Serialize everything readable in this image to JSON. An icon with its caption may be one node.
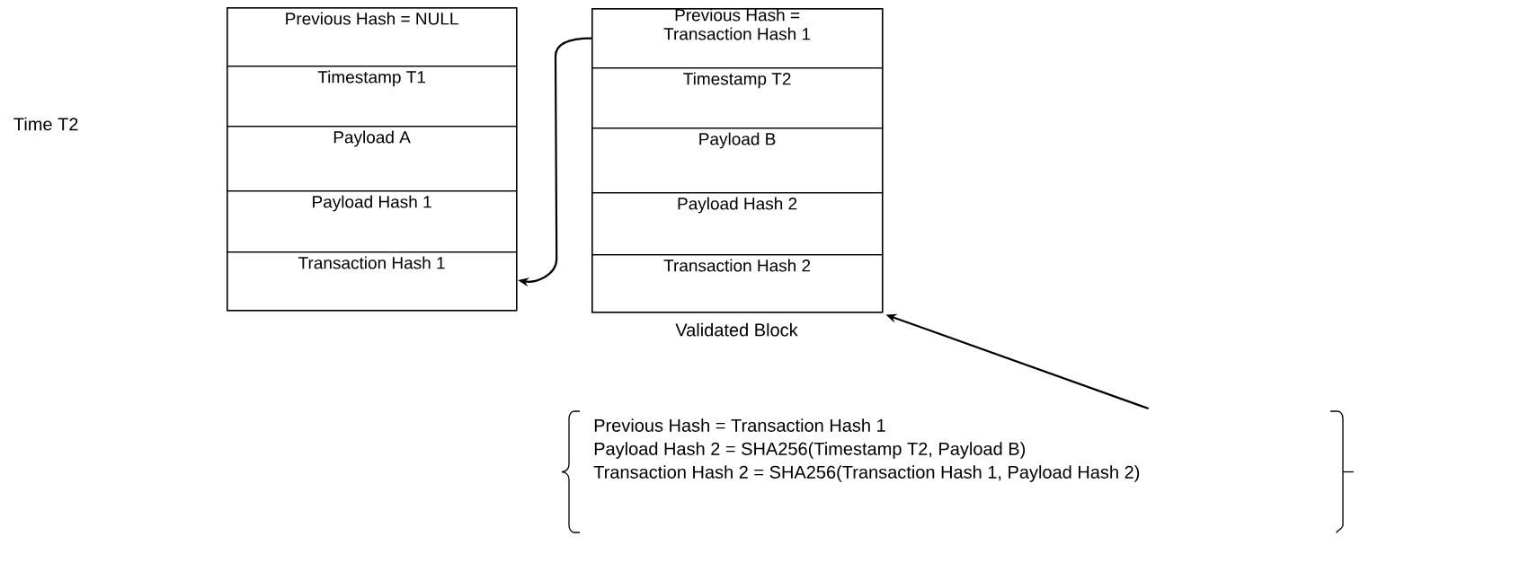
{
  "diagram": {
    "nodes": [
      {
        "text": [],
        "shape": "box"
      },
      {
        "text": [
          "Previous Hash = NULL"
        ],
        "in": 0
      },
      {
        "text": [
          "Timestamp T1"
        ],
        "in": 0
      },
      {
        "text": [
          "Payload A"
        ],
        "in": 0
      },
      {
        "text": [
          "Payload Hash 1"
        ],
        "in": 0
      },
      {
        "text": [
          "Transaction Hash 1"
        ],
        "in": 0
      },
      {
        "text": [],
        "shape": "box",
        "beside": [
          "Validated Block"
        ]
      },
      {
        "text": [
          "Previous Hash = Transaction Hash 1"
        ],
        "in": 6
      },
      {
        "text": [
          "Timestamp T2"
        ],
        "in": 6
      },
      {
        "text": [
          "Payload B"
        ],
        "in": 6
      },
      {
        "text": [
          "Payload Hash 2"
        ],
        "in": 6
      },
      {
        "text": [
          "Transaction Hash 2"
        ],
        "in": 6
      },
      {
        "text": [
          "Previous Hash = Transaction Hash 1",
          "Payload Hash 2 = SHA256(Timestamp T2, Payload B)",
          "Transaction Hash 2 = SHA256(Transaction Hash 1, Payload Hash 2)"
        ]
      }
    ],
    "edges": [
      {
        "from": 7,
        "to": 5,
        "arrow": "to"
      },
      {
        "from": 12,
        "to": 6,
        "arrow": "to"
      }
    ],
    "labels": [
      "Time T2"
    ]
  }
}
